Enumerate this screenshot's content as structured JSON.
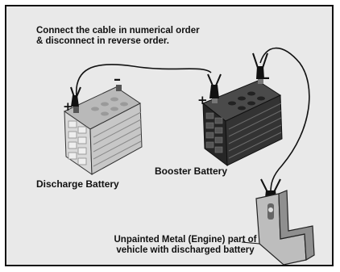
{
  "instruction": {
    "line1": "Connect the cable in numerical order",
    "line2": "& disconnect in reverse order."
  },
  "labels": {
    "discharge_battery": "Discharge Battery",
    "booster_battery": "Booster Battery",
    "ground_line1": "Unpainted Metal (Engine) part of",
    "ground_line2": "vehicle with discharged battery"
  },
  "terminals": {
    "positive": "+",
    "negative": "–"
  },
  "colors": {
    "frame_background": "#e9e9e9",
    "discharge_battery_body": "#cfcfcf",
    "booster_battery_body": "#2a2a2a",
    "cable": "#111111"
  }
}
